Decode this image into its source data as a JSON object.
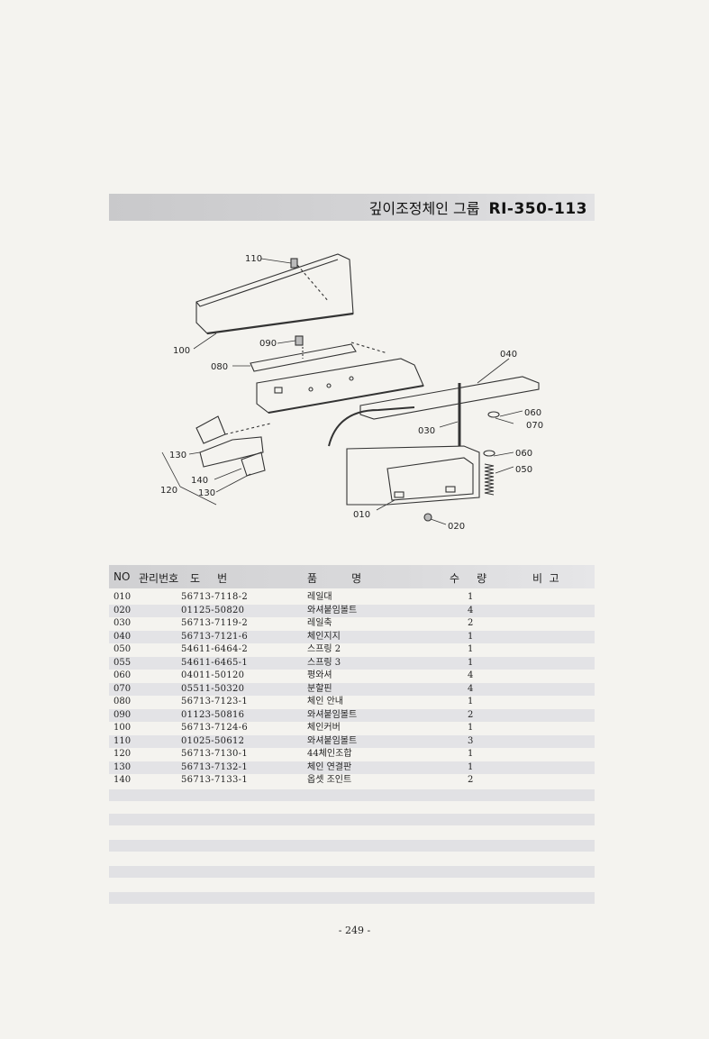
{
  "header": {
    "group_title": "깊이조정체인 그룹",
    "group_code": "RI-350-113"
  },
  "diagram": {
    "callouts": [
      "110",
      "100",
      "090",
      "080",
      "040",
      "060",
      "070",
      "030",
      "060",
      "050",
      "010",
      "020",
      "130",
      "140",
      "120",
      "130"
    ]
  },
  "table": {
    "headers": {
      "no": "NO",
      "mgmt": "관리번호",
      "drawing": "도     번",
      "name": "품          명",
      "qty": "수     량",
      "remarks": "비  고"
    },
    "rows": [
      {
        "no": "010",
        "drawing": "56713-7118-2",
        "name": "레일대",
        "qty": "1"
      },
      {
        "no": "020",
        "drawing": "01125-50820",
        "name": "와셔붙임볼트",
        "qty": "4"
      },
      {
        "no": "030",
        "drawing": "56713-7119-2",
        "name": "레일축",
        "qty": "2"
      },
      {
        "no": "040",
        "drawing": "56713-7121-6",
        "name": "체인지지",
        "qty": "1"
      },
      {
        "no": "050",
        "drawing": "54611-6464-2",
        "name": "스프링 2",
        "qty": "1"
      },
      {
        "no": "055",
        "drawing": "54611-6465-1",
        "name": "스프링 3",
        "qty": "1"
      },
      {
        "no": "060",
        "drawing": "04011-50120",
        "name": "평와셔",
        "qty": "4"
      },
      {
        "no": "070",
        "drawing": "05511-50320",
        "name": "분할핀",
        "qty": "4"
      },
      {
        "no": "080",
        "drawing": "56713-7123-1",
        "name": "체인 안내",
        "qty": "1"
      },
      {
        "no": "090",
        "drawing": "01123-50816",
        "name": "와셔붙임볼트",
        "qty": "2"
      },
      {
        "no": "100",
        "drawing": "56713-7124-6",
        "name": "체인커버",
        "qty": "1"
      },
      {
        "no": "110",
        "drawing": "01025-50612",
        "name": "와셔붙임볼트",
        "qty": "3"
      },
      {
        "no": "120",
        "drawing": "56713-7130-1",
        "name": "44체인조합",
        "qty": "1"
      },
      {
        "no": "130",
        "drawing": "56713-7132-1",
        "name": "체인 연결판",
        "qty": "1"
      },
      {
        "no": "140",
        "drawing": "56713-7133-1",
        "name": "옵셋 조인트",
        "qty": "2"
      }
    ]
  },
  "footer": {
    "page_number": "- 249 -"
  }
}
